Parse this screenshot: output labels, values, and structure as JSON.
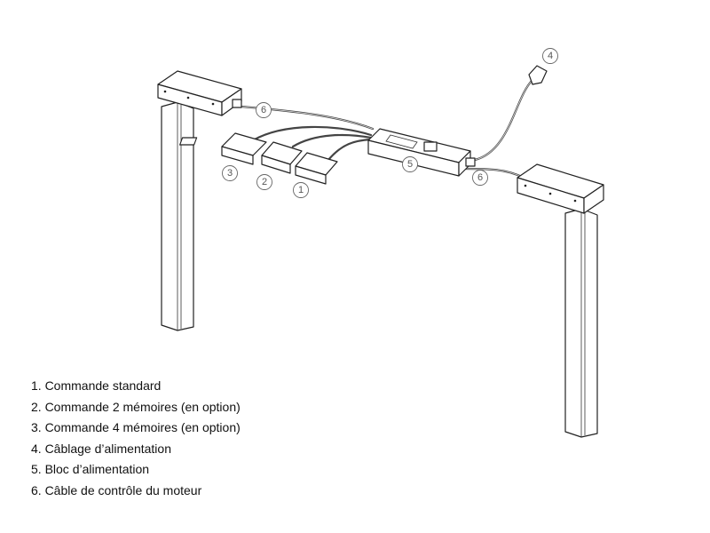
{
  "callouts": {
    "c1": "1",
    "c2": "2",
    "c3": "3",
    "c4": "4",
    "c5": "5",
    "c6a": "6",
    "c6b": "6"
  },
  "legend": [
    "1. Commande standard",
    "2. Commande 2 mémoires (en option)",
    "3. Commande 4 mémoires (en option)",
    "4. Câblage d’alimentation",
    "5. Bloc d’alimentation",
    "6. Câble de contrôle du moteur"
  ],
  "colors": {
    "line": "#222222",
    "callout": "#666666",
    "text": "#111111"
  }
}
